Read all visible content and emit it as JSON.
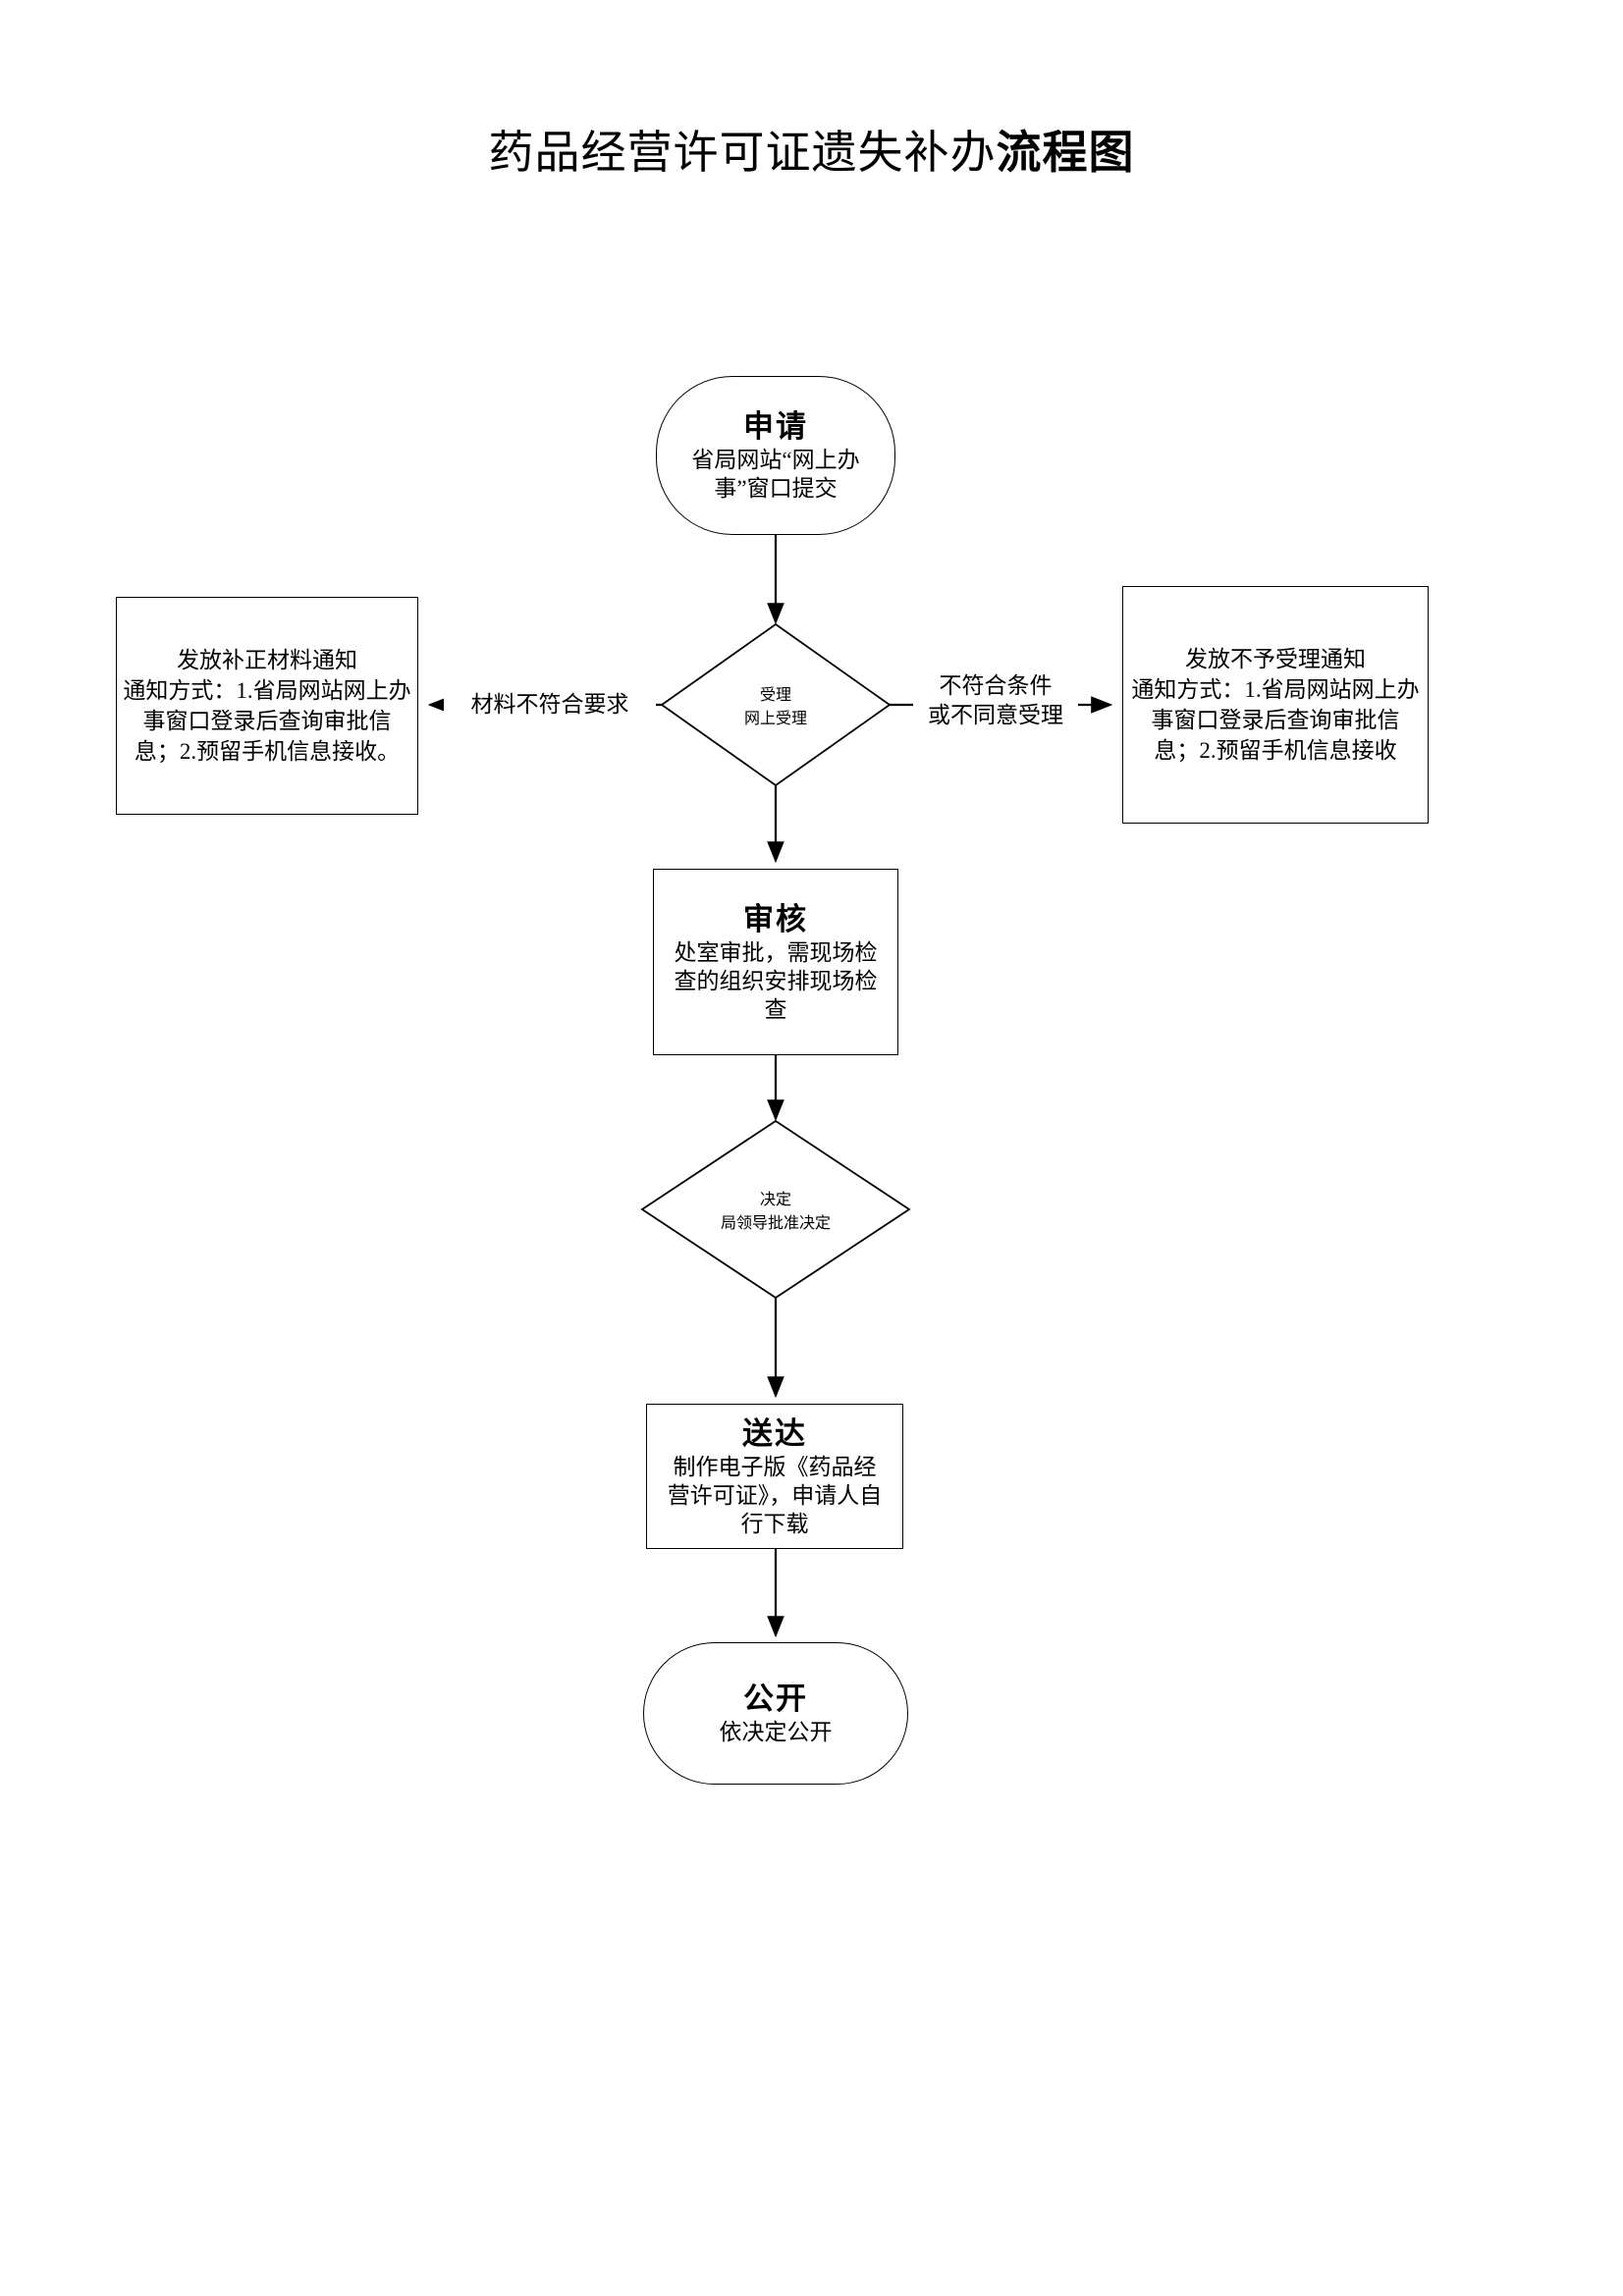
{
  "title": {
    "text_normal": "药品经营许可证遗失补办",
    "text_bold": "流程图",
    "full": "药品经营许可证遗失补办流程图"
  },
  "colors": {
    "stroke": "#000000",
    "fill": "#ffffff",
    "text": "#000000"
  },
  "nodes": {
    "apply": {
      "shape": "terminator",
      "title": "申请",
      "subtitle": "省局网站“网上办事”窗口提交"
    },
    "accept": {
      "shape": "diamond",
      "title": "受理",
      "subtitle": "网上受理"
    },
    "review": {
      "shape": "rect",
      "title": "审核",
      "subtitle": "处室审批，需现场检查的组织安排现场检查"
    },
    "decide": {
      "shape": "diamond",
      "title": "决定",
      "subtitle": "局领导批准决定"
    },
    "deliver": {
      "shape": "rect",
      "title": "送达",
      "subtitle": "制作电子版《药品经营许可证》，申请人自行下载"
    },
    "publish": {
      "shape": "terminator",
      "title": "公开",
      "subtitle": "依决定公开"
    }
  },
  "side_boxes": {
    "correction_notice": {
      "heading": "发放补正材料通知",
      "body": "通知方式：1.省局网站网上办事窗口登录后查询审批信息；2.预留手机信息接收。"
    },
    "rejection_notice": {
      "heading": "发放不予受理通知",
      "body": "通知方式：1.省局网站网上办事窗口登录后查询审批信息；2.预留手机信息接收"
    }
  },
  "edge_labels": {
    "material_not_qualified": "材料不符合要求",
    "not_eligible_line1": "不符合条件",
    "not_eligible_line2": "或不同意受理"
  },
  "flow": {
    "sequence": [
      "申请",
      "受理",
      "审核",
      "决定",
      "送达",
      "公开"
    ],
    "branches": [
      {
        "from": "受理",
        "to": "发放补正材料通知",
        "label": "材料不符合要求",
        "direction": "left"
      },
      {
        "from": "受理",
        "to": "发放不予受理通知",
        "label": "不符合条件或不同意受理",
        "direction": "right"
      }
    ]
  }
}
